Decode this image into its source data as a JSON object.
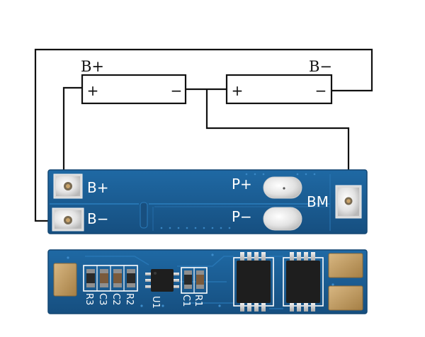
{
  "wiring_labels": {
    "battery1_terminal": "B+",
    "battery2_terminal": "B−"
  },
  "battery1": {
    "plus": "+",
    "minus": "−"
  },
  "battery2": {
    "plus": "+",
    "minus": "−"
  },
  "board_top": {
    "b_plus": "B+",
    "b_minus": "B−",
    "p_plus": "P+",
    "p_minus": "P−",
    "bm": "BM"
  },
  "board_bottom": {
    "r3": "R3",
    "c3": "C3",
    "c2": "C2",
    "r2": "R2",
    "u1": "U1",
    "r1": "R1",
    "c1": "C1"
  },
  "colors": {
    "pcb_blue": "#1c5f96",
    "pcb_edge": "#144a78",
    "silkscreen": "#ffffff",
    "wire": "#111111",
    "chip": "#1e1e1e",
    "pad_gold": "#c9a36a"
  }
}
